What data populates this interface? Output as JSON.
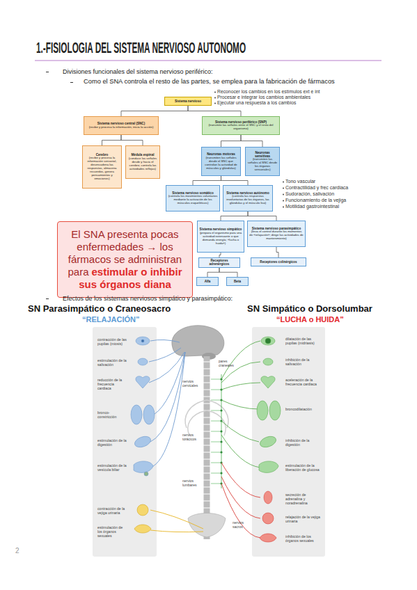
{
  "diagram": {
    "title": "1.-FISIOLOGIA DEL SISTEMA NERVIOSO AUTONOMO",
    "nodes": [
      {
        "text": [
          "Sistema nervioso"
        ]
      },
      {
        "text": [
          "Sistema nervioso central (SNC)",
          "(recibe y procesa la información, inicia la acción)"
        ]
      },
      {
        "text": [
          "Sistema nervioso periférico (SNP)",
          "(transmite las señales entre el SNC y el resto del organismo)"
        ]
      },
      {
        "text": [
          "Cerebro",
          "(recibe y procesa la información sensorial, desencadena las respuestas, almacena recuerdos, genera pensamientos y emociones)"
        ]
      },
      {
        "text": [
          "Médula espinal",
          "(conduce las señales desde y hacia el cerebro; controla las actividades reflejas)"
        ]
      },
      {
        "text": [
          "Neuronas motoras",
          "(transmiten las señales desde el SNC que controlan la actividad de músculos y glándulas)"
        ]
      },
      {
        "text": [
          "Neuronas sensitivas",
          "(transmiten las señales al SNC desde los órganos sensoriales)"
        ]
      },
      {
        "text": [
          "Sistema nervioso somático",
          "(controla los movimientos voluntarios mediante la activación de los músculos esqueléticos)"
        ]
      },
      {
        "text": [
          "Sistema nervioso autónomo",
          "(controla las respuestas involuntarias de los órganos, las glándulas y el músculo liso)"
        ]
      },
      {
        "text": [
          "Sistema nervioso simpático",
          "(prepara el organismo para una actividad extenuante o que demanda energía; «lucha o huida»)"
        ]
      },
      {
        "text": [
          "Sistema nervioso parasimpático",
          "(lleva el control durante los momentos de «relajación»; dirige las actividades de mantenimiento)"
        ]
      },
      {
        "text": [
          "Receptores adrenérgicos"
        ]
      },
      {
        "text": [
          "Receptores colinérgicos"
        ]
      },
      {
        "text": [
          "Alfa"
        ]
      },
      {
        "text": [
          "Beta"
        ]
      },
      {
        "text": [
          "El SNA presenta pocas enfermedades → los fármacos se administran para",
          "estimular o inhibir sus órganos diana"
        ]
      }
    ],
    "edges": [
      {
        "from": 0,
        "to": 1,
        "arrow": "none"
      },
      {
        "from": 0,
        "to": 2,
        "arrow": "none"
      },
      {
        "from": 1,
        "to": 3,
        "arrow": "none"
      },
      {
        "from": 1,
        "to": 4,
        "arrow": "none"
      },
      {
        "from": 2,
        "to": 5,
        "arrow": "none"
      },
      {
        "from": 2,
        "to": 6,
        "arrow": "none"
      },
      {
        "from": 5,
        "to": 7,
        "arrow": "none"
      },
      {
        "from": 5,
        "to": 8,
        "arrow": "none"
      },
      {
        "from": 8,
        "to": 9,
        "arrow": "none"
      },
      {
        "from": 8,
        "to": 10,
        "arrow": "none"
      },
      {
        "from": 9,
        "to": 11,
        "arrow": "none"
      },
      {
        "from": 10,
        "to": 12,
        "arrow": "none"
      },
      {
        "from": 11,
        "to": 13,
        "arrow": "none"
      },
      {
        "from": 11,
        "to": 14,
        "arrow": "none"
      }
    ],
    "labels": [
      "Divisiones funcionales del sistema nervioso periférico:",
      "Como el SNA controla el resto de las partes, se emplea para la fabricación de fármacos",
      "Reconocer los cambios en los estímulos ext e int",
      "Procesar e integrar los cambios ambientales",
      "Ejecutar una respuesta a los cambios",
      "Tono vascular",
      "Contractilidad y frec cardiaca",
      "Sudoración, salivación",
      "Funcionamiento de la vejiga",
      "Motilidad gastrointestinal",
      "Efectos de los sistemas nerviosos simpático y parasimpático:",
      "SN Parasimpático o Craneosacro",
      "“RELAJACIÓN”",
      "SN Simpático o Dorsolumbar",
      "“LUCHA o HUIDA”",
      "contracción de las pupilas (miosis)",
      "estimulación de la salivación",
      "reducción de la frecuencia cardiaca",
      "bronco-constricción",
      "estimulación de la digestión",
      "estimulación de la vesícula biliar",
      "contracción de la vejiga urinaria",
      "estimulación de los órganos sexuales",
      "dilatación de las pupilas (midriasis)",
      "inhibición de la salivación",
      "aceleración de la frecuencia cardiaca",
      "broncodilatación",
      "inhibición de la digestión",
      "estimulación de la liberación de glucosa",
      "secreción de adrenalina y noradrenalina",
      "relajación de la vejiga urinaria",
      "inhibición de los órganos sexuales",
      "pares craneales",
      "nervios cervicales",
      "nervios torácicos",
      "nervios lumbares",
      "nervios sacros",
      "2"
    ]
  }
}
